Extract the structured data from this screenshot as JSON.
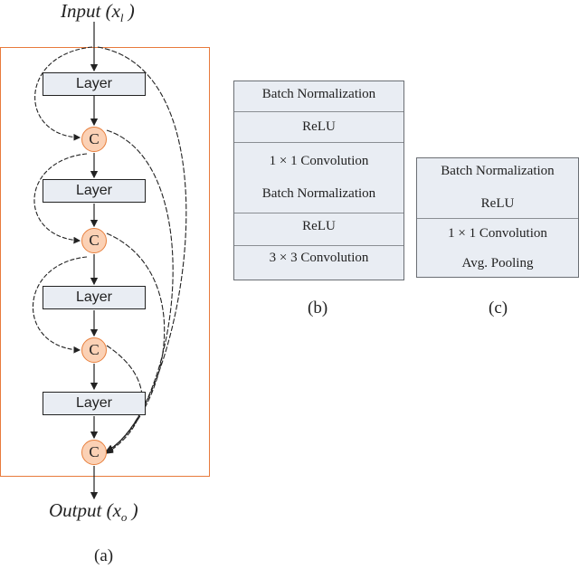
{
  "panel_a": {
    "input_label": "Input  (x",
    "input_sub": "l",
    "input_close": " )",
    "output_label": "Output  (x",
    "output_sub": "o",
    "output_close": " )",
    "layers": [
      "Layer",
      "Layer",
      "Layer",
      "Layer"
    ],
    "concat_symbol": "C",
    "caption": "(a)",
    "colors": {
      "frame": "#e87a3c",
      "concat_fill": "#fbd1b5",
      "layer_fill": "#e9edf3"
    }
  },
  "panel_b": {
    "rows": [
      "Batch Normalization",
      "ReLU",
      "1 × 1 Convolution",
      "Batch Normalization",
      "ReLU",
      "3 × 3 Convolution"
    ],
    "caption": "(b)"
  },
  "panel_c": {
    "rows": [
      "Batch Normalization",
      "ReLU",
      "1 × 1 Convolution",
      "Avg. Pooling"
    ],
    "caption": "(c)"
  }
}
